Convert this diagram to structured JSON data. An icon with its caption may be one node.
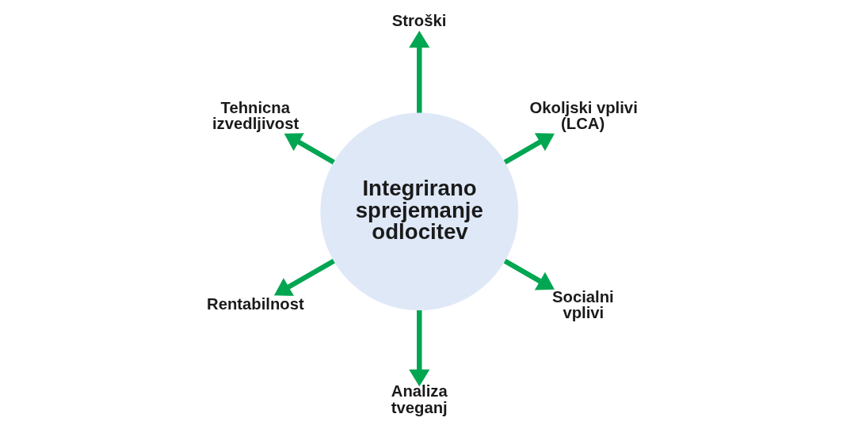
{
  "diagram": {
    "nodes": [
      {
        "text": [
          "Integrirano sprejemanje odlocitev"
        ]
      },
      {
        "text": [
          "Okoljski vplivi (LCA)"
        ]
      },
      {
        "text": [
          "Stroški"
        ]
      },
      {
        "text": [
          "Tehnicna izvedljivost"
        ]
      },
      {
        "text": [
          "Rentabilnost"
        ]
      },
      {
        "text": [
          "Analiza tveganj"
        ]
      },
      {
        "text": [
          "Socialni vplivi"
        ]
      }
    ],
    "edges": [
      {
        "from": 0,
        "to": 1,
        "arrow": "to"
      },
      {
        "from": 0,
        "to": 2,
        "arrow": "to"
      },
      {
        "from": 0,
        "to": 3,
        "arrow": "to"
      },
      {
        "from": 0,
        "to": 4,
        "arrow": "to"
      },
      {
        "from": 0,
        "to": 5,
        "arrow": "to"
      },
      {
        "from": 0,
        "to": 6,
        "arrow": "to"
      }
    ]
  }
}
